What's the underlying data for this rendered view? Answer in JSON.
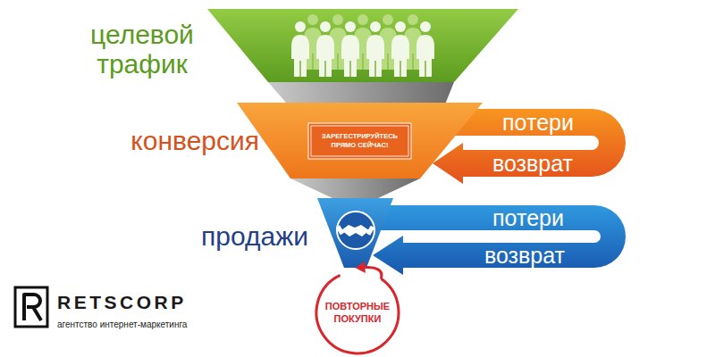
{
  "diagram": {
    "nodes": [
      {
        "text": [
          "целевой трафик"
        ]
      },
      {
        "text": [
          "конверсия"
        ]
      },
      {
        "text": [
          "ЗАРЕГЕСТРИРУЙТЕСЬ ПРЯМО СЕЙЧАС!"
        ],
        "in": 1
      },
      {
        "text": [
          "потери",
          "возврат"
        ]
      },
      {
        "text": [
          "продажи"
        ]
      },
      {
        "text": [
          "потери",
          "возврат"
        ]
      },
      {
        "text": [
          "ПОВТОРНЫЕ ПОКУПКИ"
        ]
      }
    ],
    "edges": [
      {
        "from": 0,
        "to": 1,
        "arrow": "none"
      },
      {
        "from": 1,
        "to": 4,
        "arrow": "none"
      },
      {
        "from": 6,
        "to": 4,
        "arrow": "to"
      }
    ],
    "labels": [
      "RETSCORP",
      "агентство интернет-маркетинга"
    ]
  }
}
